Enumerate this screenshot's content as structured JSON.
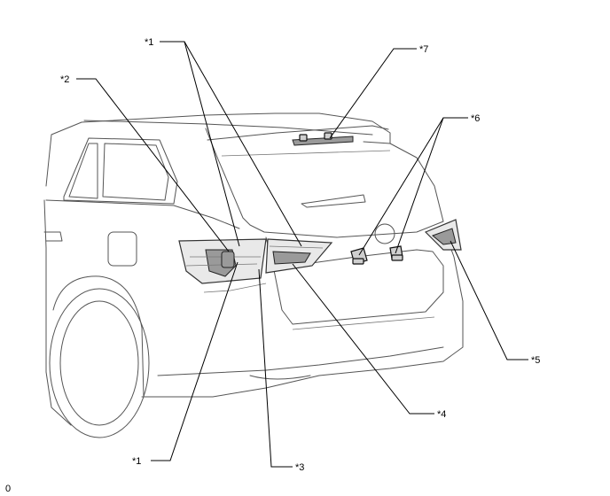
{
  "callouts": {
    "c1_top": "*1",
    "c1_bottom": "*1",
    "c2": "*2",
    "c3": "*3",
    "c4": "*4",
    "c5": "*5",
    "c6": "*6",
    "c7": "*7"
  },
  "footer_code": "0"
}
